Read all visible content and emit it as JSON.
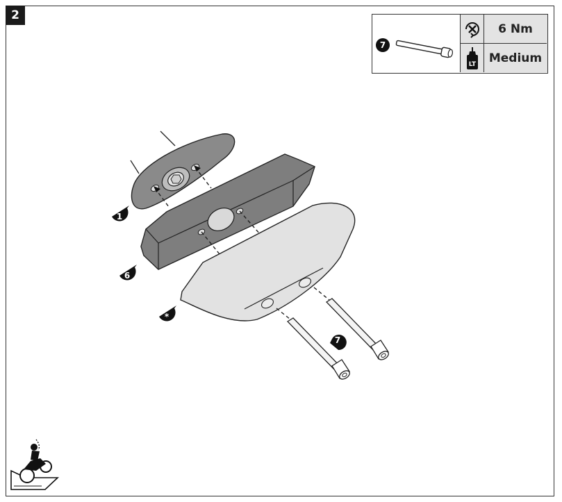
{
  "step": {
    "number": "2"
  },
  "spec": {
    "part_callout": "7",
    "torque": "6 Nm",
    "threadlock": "Medium",
    "threadlock_label": "LT",
    "torque_icon": "torque-wrench-icon",
    "threadlock_icon": "threadlocker-bottle-icon"
  },
  "callouts": {
    "part_1": "1",
    "part_6": "6",
    "part_star": "*",
    "part_7": "7"
  },
  "footer": {
    "icon": "motorcycle-on-stand-icon"
  }
}
